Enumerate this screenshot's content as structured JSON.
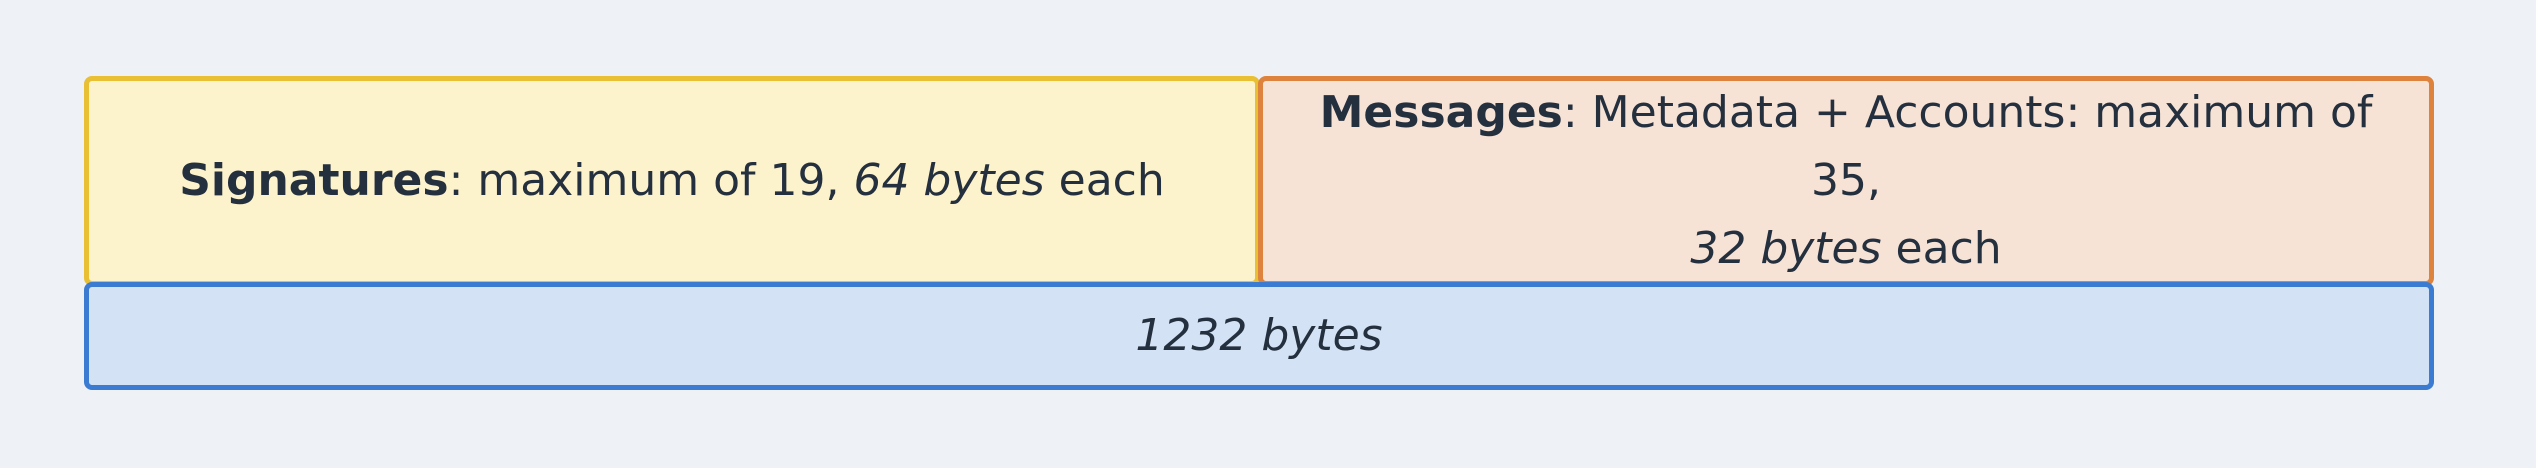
{
  "signatures": {
    "title": "Signatures",
    "text": ": maximum of 19, ",
    "size": "64 bytes",
    "suffix": " each"
  },
  "messages": {
    "title": "Messages",
    "text": ": Metadata + Accounts: maximum of 35,",
    "size": "32 bytes",
    "suffix": " each"
  },
  "total": {
    "size": "1232 bytes"
  },
  "colors": {
    "signatures_fill": "#fcf2cb",
    "signatures_border": "#e9bf34",
    "messages_fill": "#f7e3d6",
    "messages_border": "#dd833e",
    "total_fill": "#d3e3f5",
    "total_border": "#3b7bd2"
  }
}
